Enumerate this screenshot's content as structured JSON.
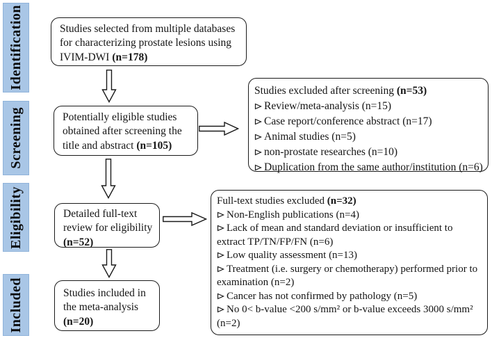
{
  "sidebar": {
    "stages": [
      {
        "label": "Identification"
      },
      {
        "label": "Screening"
      },
      {
        "label": "Eligibility"
      },
      {
        "label": "Included"
      }
    ],
    "fill_color": "#a9c6e6"
  },
  "flow": {
    "identification_box": {
      "text": "Studies selected from multiple databases for characterizing prostate lesions using IVIM-DWI",
      "count": "(n=178)"
    },
    "screening_box": {
      "text": "Potentially eligible studies obtained after screening  the title and abstract",
      "count": "(n=105)"
    },
    "eligibility_box": {
      "text": "Detailed full-text review for eligibility",
      "count": "(n=52)"
    },
    "included_box": {
      "text": "Studies included in the meta-analysis",
      "count": "(n=20)"
    },
    "screening_excluded_box": {
      "title": "Studies excluded after screening",
      "count": "(n=53)",
      "items": [
        "Review/meta-analysis (n=15)",
        "Case report/conference abstract (n=17)",
        "Animal studies (n=5)",
        "non-prostate researches (n=10)",
        "Duplication from the same author/institution (n=6)"
      ]
    },
    "fulltext_excluded_box": {
      "title": "Full-text studies excluded",
      "count": "(n=32)",
      "items": [
        "Non-English publications (n=4)",
        "Lack of mean and standard deviation or insufficient to extract TP/TN/FP/FN (n=6)",
        "Low quality assessment (n=13)",
        "Treatment (i.e. surgery or chemotherapy) performed prior to examination (n=2)",
        "Cancer has not confirmed by pathology (n=5)",
        "No 0< b-value <200 s/mm² or b-value exceeds 3000 s/mm² (n=2)"
      ]
    }
  },
  "colors": {
    "stage_fill": "#a9c6e6",
    "stage_border": "#8fb3da",
    "box_border": "#1a1a1a",
    "text": "#151515"
  }
}
